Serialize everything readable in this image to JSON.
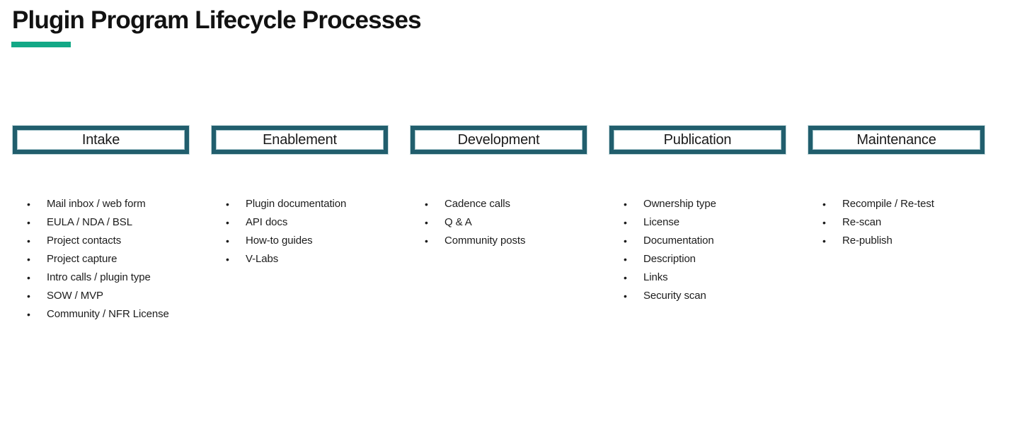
{
  "title": "Plugin Program Lifecycle Processes",
  "accent_color": "#12a886",
  "box_border_color": "#215e6d",
  "bullet_glyph": "•",
  "columns": [
    {
      "header": "Intake",
      "items": [
        "Mail inbox / web form",
        "EULA / NDA / BSL",
        "Project contacts",
        "Project capture",
        "Intro calls / plugin type",
        "SOW / MVP",
        "Community / NFR License"
      ]
    },
    {
      "header": "Enablement",
      "items": [
        "Plugin documentation",
        "API docs",
        "How-to guides",
        "V-Labs"
      ]
    },
    {
      "header": "Development",
      "items": [
        "Cadence calls",
        "Q & A",
        "Community posts"
      ]
    },
    {
      "header": "Publication",
      "items": [
        "Ownership type",
        "License",
        "Documentation",
        "Description",
        "Links",
        "Security scan"
      ]
    },
    {
      "header": "Maintenance",
      "items": [
        "Recompile / Re-test",
        "Re-scan",
        "Re-publish"
      ]
    }
  ]
}
